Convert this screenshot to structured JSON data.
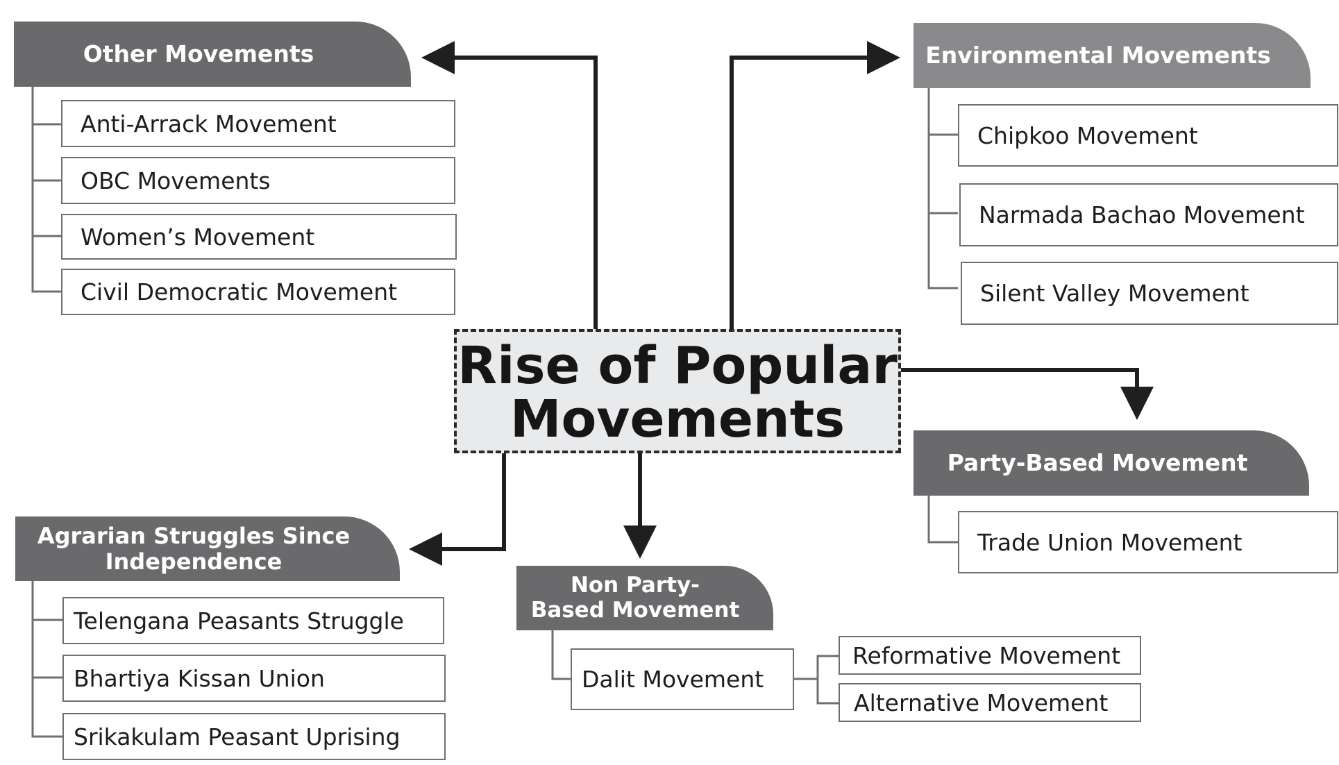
{
  "center": {
    "title_line1": "Rise of Popular",
    "title_line2": "Movements"
  },
  "groups": {
    "other": {
      "title": "Other Movements",
      "items": [
        "Anti-Arrack Movement",
        "OBC Movements",
        "Women’s Movement",
        "Civil Democratic Movement"
      ]
    },
    "environmental": {
      "title": "Environmental Movements",
      "items": [
        "Chipkoo Movement",
        "Narmada Bachao Movement",
        "Silent Valley Movement"
      ]
    },
    "party_based": {
      "title": "Party-Based Movement",
      "items": [
        "Trade Union Movement"
      ]
    },
    "agrarian": {
      "title_line1": "Agrarian Struggles Since",
      "title_line2": "Independence",
      "items": [
        "Telengana Peasants Struggle",
        "Bhartiya Kissan Union",
        "Srikakulam Peasant Uprising"
      ]
    },
    "non_party": {
      "title_line1": "Non Party-",
      "title_line2": "Based Movement",
      "items": [
        "Dalit Movement"
      ],
      "sub_items": [
        "Reformative Movement",
        "Alternative Movement"
      ]
    }
  },
  "colors": {
    "header_dark": "#6a6a6c",
    "header_light": "#8a8a8c",
    "central_fill": "#e9eaec",
    "line": "#1f1f1f",
    "item_border": "#6f6f6f"
  }
}
